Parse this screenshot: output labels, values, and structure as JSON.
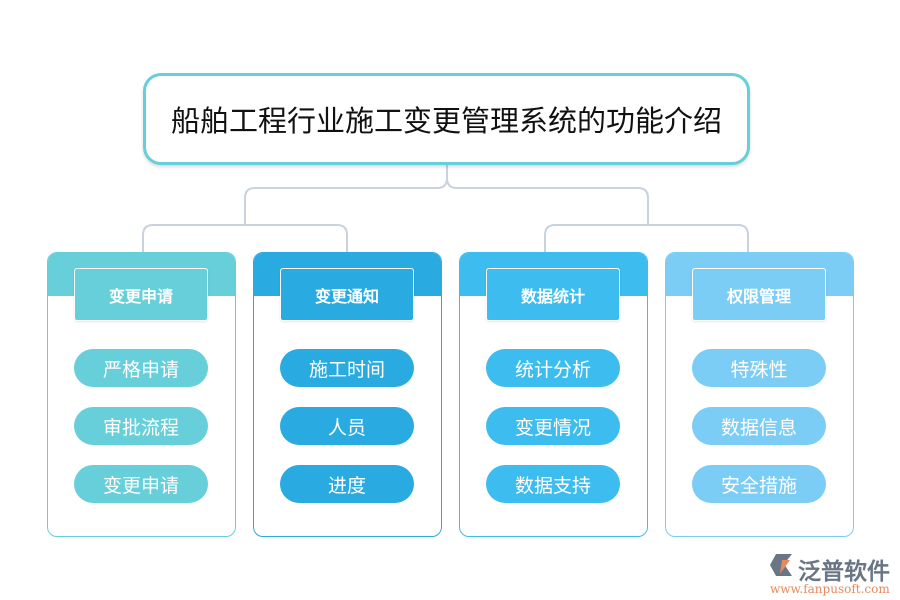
{
  "title": "船舶工程行业施工变更管理系统的功能介绍",
  "columns": [
    {
      "label": "变更申请",
      "color": "#66cfd9",
      "items": [
        "严格申请",
        "审批流程",
        "变更申请"
      ]
    },
    {
      "label": "变更通知",
      "color": "#29abe2",
      "items": [
        "施工时间",
        "人员",
        "进度"
      ]
    },
    {
      "label": "数据统计",
      "color": "#3dbdef",
      "items": [
        "统计分析",
        "变更情况",
        "数据支持"
      ]
    },
    {
      "label": "权限管理",
      "color": "#7ccdf5",
      "items": [
        "特殊性",
        "数据信息",
        "安全措施"
      ]
    }
  ],
  "logo": {
    "name": "泛普软件",
    "url": "www.fanpusoft.com"
  },
  "colors": {
    "connector": "#c8d3dd",
    "logo_orange": "#e58a5b",
    "logo_gray": "#6a7685"
  }
}
